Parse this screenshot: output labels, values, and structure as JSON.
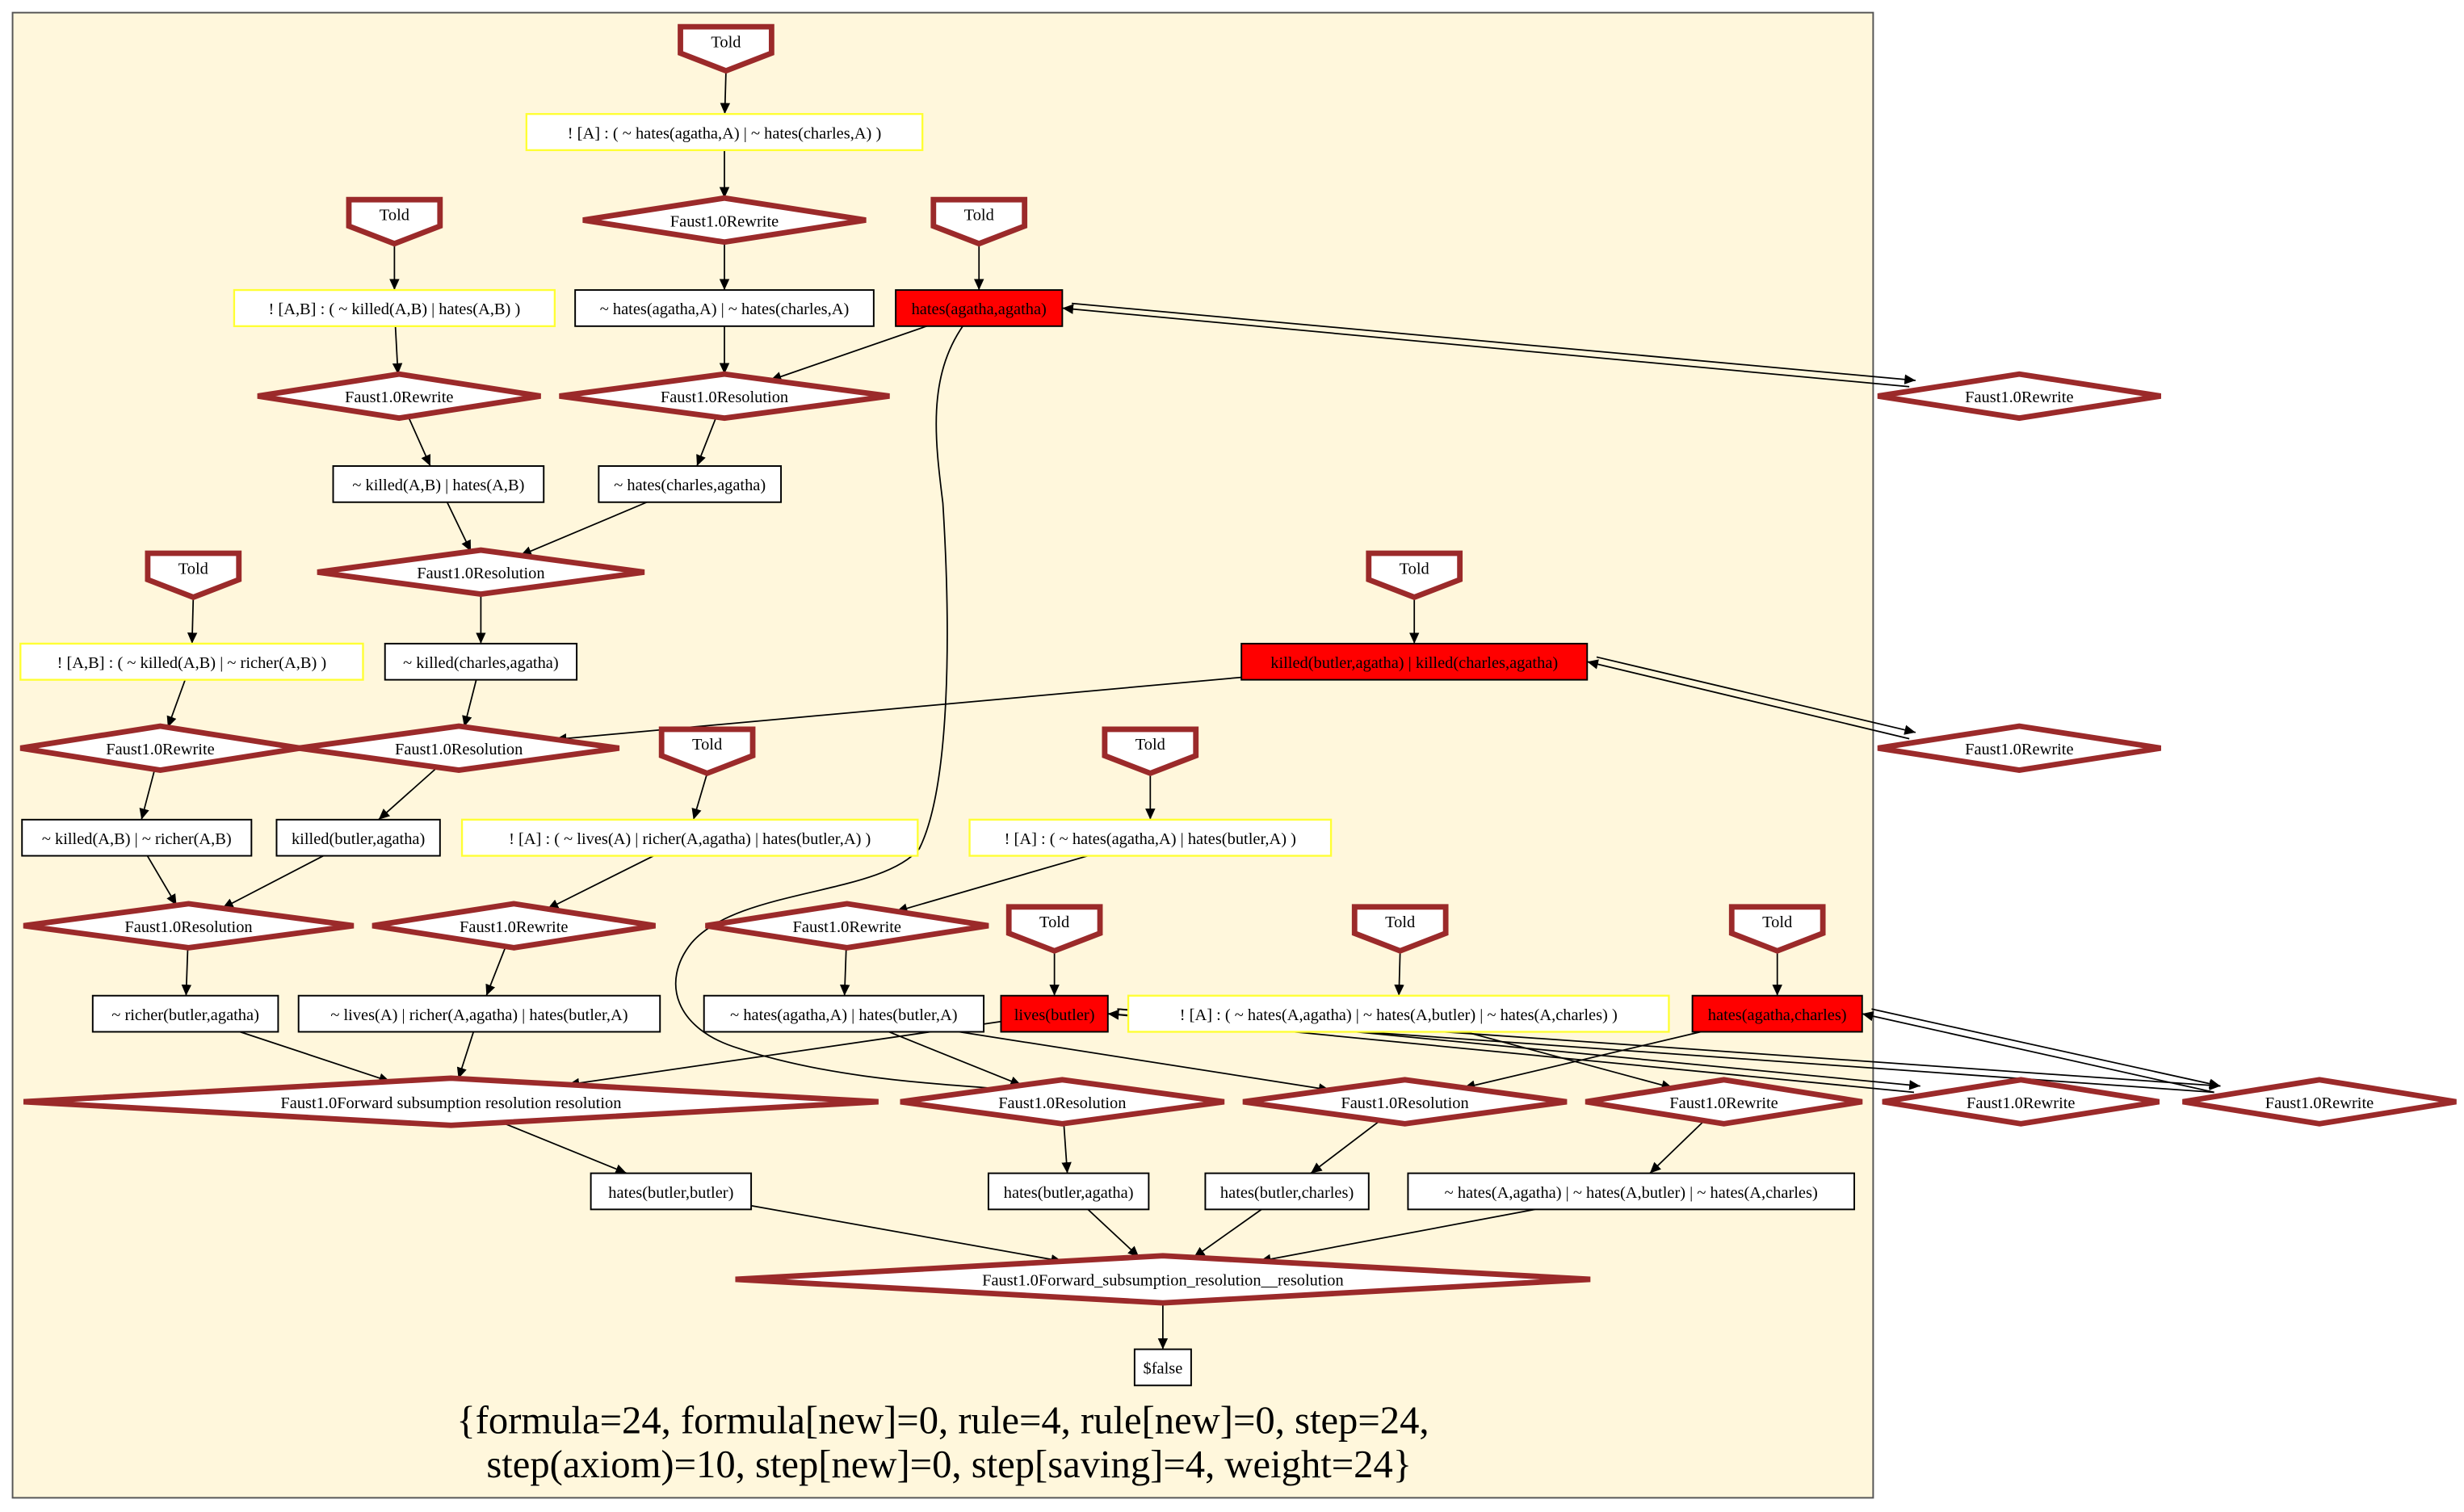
{
  "colors": {
    "cluster_fill": "#fff7dc",
    "cluster_border": "#555555",
    "rule_border": "#9b2a2a",
    "axiom_border": "#ffff33",
    "highlight_fill": "#ff0000",
    "edge": "#000000"
  },
  "nodes": {
    "told1": "Told",
    "told2": "Told",
    "told3": "Told",
    "told4": "Told",
    "told5": "Told",
    "told6": "Told",
    "told7": "Told",
    "told8": "Told",
    "told9": "Told",
    "told10": "Told",
    "ax1": "! [A] :    ( ~ hates(agatha,A)   | ~ hates(charles,A) )",
    "ax2": "! [A,B] :    ( ~ killed(A,B)   | hates(A,B) )",
    "ax3": "! [A,B] :    ( ~ killed(A,B)   | ~ richer(A,B) )",
    "ax4": "! [A] :    ( ~ lives(A)   | richer(A,agatha)   | hates(butler,A) )",
    "ax5": "! [A] :    ( ~ hates(agatha,A)   | hates(butler,A) )",
    "ax6": "! [A] :    ( ~ hates(A,agatha)   | ~ hates(A,butler)   | ~ hates(A,charles) )",
    "rw1": "Faust1.0Rewrite",
    "rw2": "Faust1.0Rewrite",
    "rw3": "Faust1.0Rewrite",
    "rw4": "Faust1.0Rewrite",
    "rw5": "Faust1.0Rewrite",
    "rw6": "Faust1.0Rewrite",
    "rw_r1": "Faust1.0Rewrite",
    "rw_r2": "Faust1.0Rewrite",
    "rw_r3": "Faust1.0Rewrite",
    "rw_r4": "Faust1.0Rewrite",
    "rw_r5": "Faust1.0Rewrite",
    "res1": "Faust1.0Resolution",
    "res2": "Faust1.0Resolution",
    "res3": "Faust1.0Resolution",
    "res4": "Faust1.0Resolution",
    "res5": "Faust1.0Resolution",
    "res6": "Faust1.0Resolution",
    "fsr1": "Faust1.0Forward  subsumption  resolution    resolution",
    "fsr2": "Faust1.0Forward_subsumption_resolution__resolution",
    "c1": "~ hates(agatha,A)  | ~ hates(charles,A)",
    "c2": "~ killed(A,B)  | hates(A,B)",
    "c3": "~ hates(charles,agatha)",
    "c4": "~ killed(charles,agatha)",
    "c5": "~ killed(A,B)  | ~ richer(A,B)",
    "c6": "killed(butler,agatha)",
    "c7": "~ richer(butler,agatha)",
    "c8": "~ lives(A)  | richer(A,agatha)  | hates(butler,A)",
    "c9": "~ hates(agatha,A)  | hates(butler,A)",
    "c10": "hates(butler,butler)",
    "c11": "hates(butler,agatha)",
    "c12": "hates(butler,charles)",
    "c13": "~ hates(A,agatha)  | ~ hates(A,butler)  | ~ hates(A,charles)",
    "c14": "$false",
    "h1": "hates(agatha,agatha)",
    "h2": "killed(butler,agatha)  | killed(charles,agatha)",
    "h3": "lives(butler)",
    "h4": "hates(agatha,charles)"
  },
  "stats": {
    "line1": "{formula=24, formula[new]=0, rule=4, rule[new]=0, step=24,",
    "line2": "step(axiom)=10, step[new]=0, step[saving]=4, weight=24}"
  }
}
